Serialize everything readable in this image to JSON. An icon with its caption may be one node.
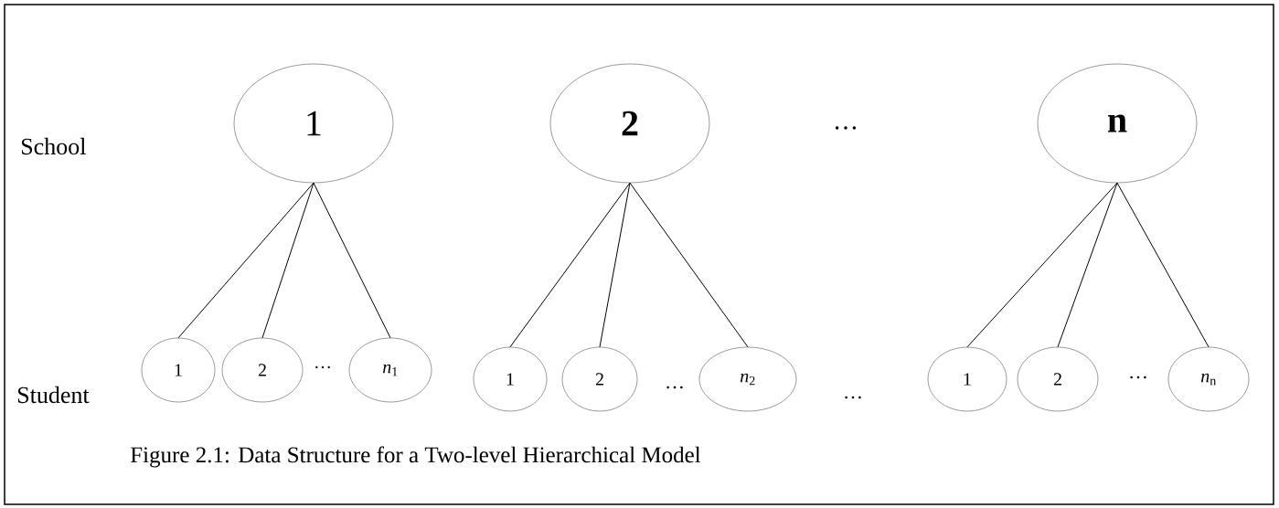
{
  "diagram": {
    "caption": "Figure 2.1: Data Structure for a Two-level Hierarchical Model",
    "nodes": [
      {
        "text": [
          "1"
        ]
      },
      {
        "text": [
          "2"
        ]
      },
      {
        "text": [
          "n"
        ]
      },
      {
        "text": [
          "1"
        ]
      },
      {
        "text": [
          "2"
        ]
      },
      {
        "text": [
          "*n*$_{1}$"
        ]
      },
      {
        "text": [
          "1"
        ]
      },
      {
        "text": [
          "2"
        ]
      },
      {
        "text": [
          "*n*$_{2}$"
        ]
      },
      {
        "text": [
          "1"
        ]
      },
      {
        "text": [
          "2"
        ]
      },
      {
        "text": [
          "*n*$_{n}$"
        ]
      }
    ],
    "edges": [
      {
        "from": 0,
        "to": 3,
        "arrow": "none"
      },
      {
        "from": 0,
        "to": 4,
        "arrow": "none"
      },
      {
        "from": 0,
        "to": 5,
        "arrow": "none"
      },
      {
        "from": 1,
        "to": 6,
        "arrow": "none"
      },
      {
        "from": 1,
        "to": 7,
        "arrow": "none"
      },
      {
        "from": 1,
        "to": 8,
        "arrow": "none"
      },
      {
        "from": 2,
        "to": 9,
        "arrow": "none"
      },
      {
        "from": 2,
        "to": 10,
        "arrow": "none"
      },
      {
        "from": 2,
        "to": 11,
        "arrow": "none"
      }
    ],
    "labels": [
      "School",
      "…",
      "Student",
      "…",
      "…",
      "…",
      "…"
    ]
  }
}
